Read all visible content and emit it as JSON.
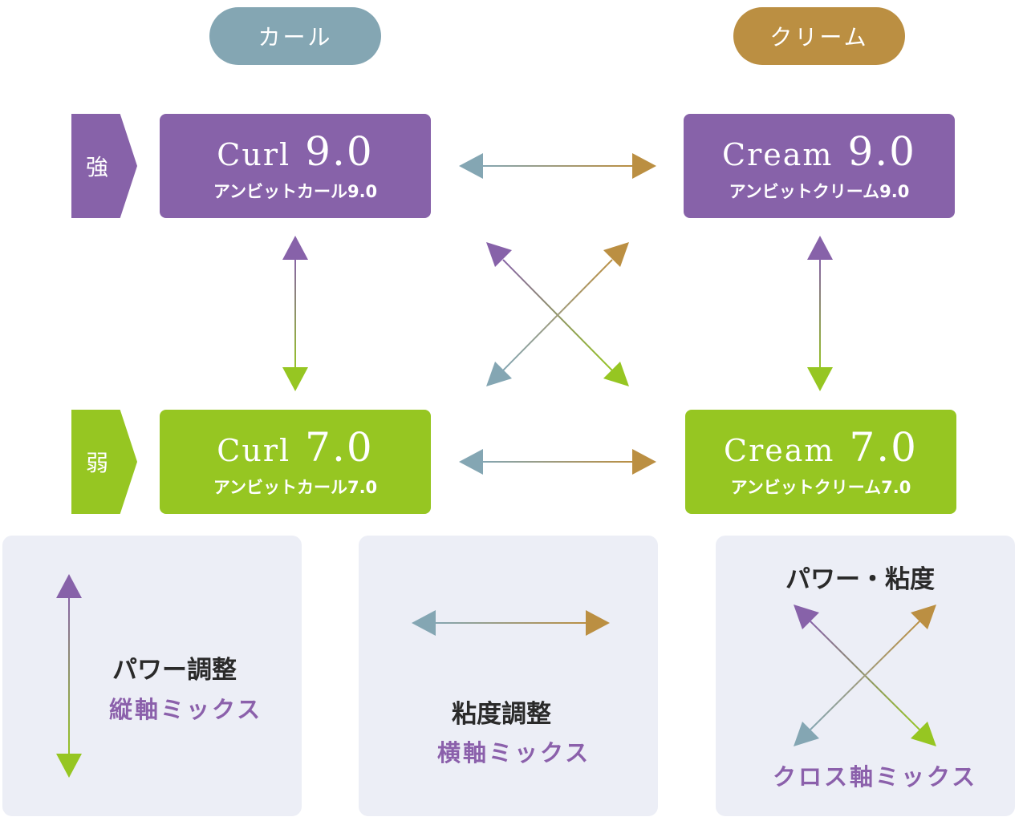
{
  "headers": {
    "curl": "カール",
    "cream": "クリーム"
  },
  "levels": {
    "strong": "強",
    "weak": "弱"
  },
  "products": {
    "curl_90": {
      "name": "Curl",
      "version": "9.0",
      "subtitle": "アンビットカール9.0"
    },
    "cream_90": {
      "name": "Cream",
      "version": "9.0",
      "subtitle": "アンビットクリーム9.0"
    },
    "curl_70": {
      "name": "Curl",
      "version": "7.0",
      "subtitle": "アンビットカール7.0"
    },
    "cream_70": {
      "name": "Cream",
      "version": "7.0",
      "subtitle": "アンビットクリーム7.0"
    }
  },
  "legend": {
    "vertical": {
      "title": "パワー調整",
      "subtitle": "縦軸ミックス"
    },
    "horizontal": {
      "title": "粘度調整",
      "subtitle": "横軸ミックス"
    },
    "cross": {
      "title": "パワー・粘度",
      "subtitle": "クロス軸ミックス"
    }
  },
  "colors": {
    "purple": "#8762a9",
    "green": "#96c622",
    "blue_grey": "#84a6b3",
    "gold": "#bb8f42",
    "panel_bg": "#eceef6",
    "text_purple": "#8b60ab"
  }
}
